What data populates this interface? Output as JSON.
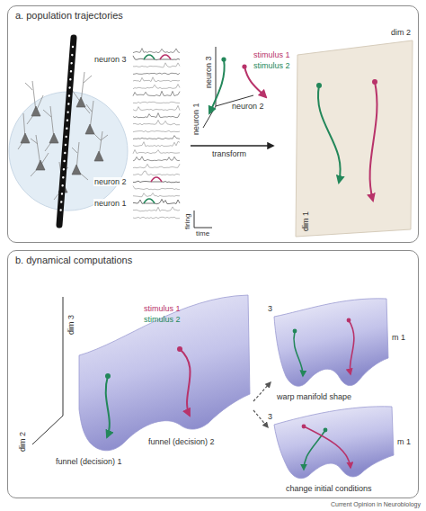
{
  "diagram": {
    "nodes": [
      {
        "text": [
          "a. population trajectories"
        ]
      },
      {
        "text": [
          "dim 2",
          "dim 1"
        ],
        "in": 0
      },
      {
        "text": [
          "b. dynamical computations"
        ]
      }
    ],
    "labels": [
      "neuron 3",
      "neuron 2",
      "neuron 1",
      "firing",
      "time",
      "neuron 3",
      "neuron 2",
      "neuron 1",
      "stimulus 1",
      "stimulus 2",
      "transform",
      "stimulus 1",
      "stimulus 2",
      "dim 3",
      "dim 2",
      "funnel (decision) 1",
      "funnel (decision) 2",
      "3",
      "m 1",
      "warp manifold shape",
      "3",
      "m 1",
      "change initial conditions",
      "Current Opinion in Neurobiology"
    ]
  }
}
